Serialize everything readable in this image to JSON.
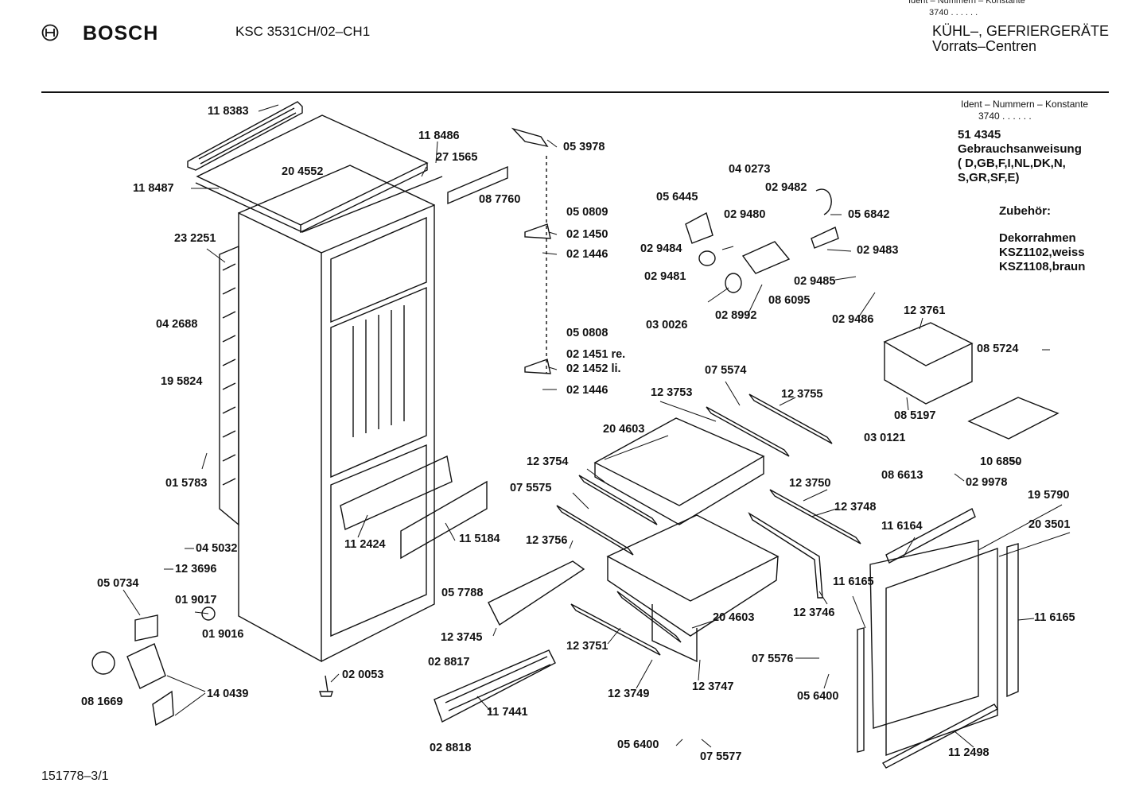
{
  "header": {
    "brand": "BOSCH",
    "model": "KSC 3531CH/02–CH1",
    "category_line1": "KÜHL–, GEFRIERGERÄTE",
    "category_line2": "Vorrats–Centren",
    "top_ident": "Ident – Nummern – Konstante",
    "top_const": "3740 . .  .  .  .  ."
  },
  "info": {
    "ident_title": "Ident – Nummern – Konstante",
    "ident_value": "3740 . .  .  .  .  .",
    "doc_number": "51 4345",
    "doc_title": "Gebrauchsanweisung",
    "languages_1": "( D,GB,F,I,NL,DK,N,",
    "languages_2": "S,GR,SF,E)",
    "accessories_title": "Zubehör:",
    "accessory_1": "Dekorrahmen",
    "accessory_2": "KSZ1102,weiss",
    "accessory_3": "KSZ1108,braun"
  },
  "footer": {
    "drawing_number": "151778–3/1"
  },
  "parts": [
    {
      "id": "p118383",
      "text": "11 8383"
    },
    {
      "id": "p118486",
      "text": "11 8486"
    },
    {
      "id": "p271565",
      "text": "27 1565"
    },
    {
      "id": "p204552",
      "text": "20 4552"
    },
    {
      "id": "p118487",
      "text": "11 8487"
    },
    {
      "id": "p053978",
      "text": "05 3978"
    },
    {
      "id": "p087760",
      "text": "08 7760"
    },
    {
      "id": "p232251",
      "text": "23 2251"
    },
    {
      "id": "p050809",
      "text": "05 0809"
    },
    {
      "id": "p021450",
      "text": "02 1450"
    },
    {
      "id": "p021446a",
      "text": "02 1446"
    },
    {
      "id": "p042688",
      "text": "04 2688"
    },
    {
      "id": "p050808",
      "text": "05 0808"
    },
    {
      "id": "p021451",
      "text": "02 1451 re."
    },
    {
      "id": "p021452",
      "text": "02 1452 li."
    },
    {
      "id": "p021446b",
      "text": "02 1446"
    },
    {
      "id": "p195824",
      "text": "19 5824"
    },
    {
      "id": "p015783",
      "text": "01 5783"
    },
    {
      "id": "p045032",
      "text": "04 5032"
    },
    {
      "id": "p123696",
      "text": "12 3696"
    },
    {
      "id": "p050734",
      "text": "05 0734"
    },
    {
      "id": "p019017",
      "text": "01 9017"
    },
    {
      "id": "p019016",
      "text": "01 9016"
    },
    {
      "id": "p112424",
      "text": "11 2424"
    },
    {
      "id": "p115184",
      "text": "11 5184"
    },
    {
      "id": "p081669",
      "text": "08 1669"
    },
    {
      "id": "p140439",
      "text": "14 0439"
    },
    {
      "id": "p020053",
      "text": "02 0053"
    },
    {
      "id": "p040273",
      "text": "04 0273"
    },
    {
      "id": "p029482",
      "text": "02 9482"
    },
    {
      "id": "p056445",
      "text": "05 6445"
    },
    {
      "id": "p029480",
      "text": "02 9480"
    },
    {
      "id": "p056842",
      "text": "05 6842"
    },
    {
      "id": "p029484",
      "text": "02 9484"
    },
    {
      "id": "p029483",
      "text": "02 9483"
    },
    {
      "id": "p029481",
      "text": "02 9481"
    },
    {
      "id": "p029485",
      "text": "02 9485"
    },
    {
      "id": "p086095",
      "text": "08 6095"
    },
    {
      "id": "p030026",
      "text": "03 0026"
    },
    {
      "id": "p028992",
      "text": "02 8992"
    },
    {
      "id": "p029486",
      "text": "02 9486"
    },
    {
      "id": "p123761",
      "text": "12 3761"
    },
    {
      "id": "p085724",
      "text": "08 5724"
    },
    {
      "id": "p075574",
      "text": "07 5574"
    },
    {
      "id": "p123753",
      "text": "12 3753"
    },
    {
      "id": "p123755",
      "text": "12 3755"
    },
    {
      "id": "p085197",
      "text": "08 5197"
    },
    {
      "id": "p204603a",
      "text": "20 4603"
    },
    {
      "id": "p030121",
      "text": "03 0121"
    },
    {
      "id": "p106850",
      "text": "10 6850"
    },
    {
      "id": "p123754",
      "text": "12 3754"
    },
    {
      "id": "p029978",
      "text": "02 9978"
    },
    {
      "id": "p075575",
      "text": "07 5575"
    },
    {
      "id": "p086613",
      "text": "08 6613"
    },
    {
      "id": "p195790",
      "text": "19 5790"
    },
    {
      "id": "p123750",
      "text": "12 3750"
    },
    {
      "id": "p123748",
      "text": "12 3748"
    },
    {
      "id": "p116164",
      "text": "11 6164"
    },
    {
      "id": "p203501",
      "text": "20 3501"
    },
    {
      "id": "p123756",
      "text": "12 3756"
    },
    {
      "id": "p057788",
      "text": "05 7788"
    },
    {
      "id": "p116165a",
      "text": "11 6165"
    },
    {
      "id": "p123746",
      "text": "12 3746"
    },
    {
      "id": "p116165b",
      "text": "11 6165"
    },
    {
      "id": "p123745",
      "text": "12 3745"
    },
    {
      "id": "p204603b",
      "text": "20 4603"
    },
    {
      "id": "p123751",
      "text": "12 3751"
    },
    {
      "id": "p028817",
      "text": "02 8817"
    },
    {
      "id": "p075576",
      "text": "07 5576"
    },
    {
      "id": "p123749",
      "text": "12 3749"
    },
    {
      "id": "p123747",
      "text": "12 3747"
    },
    {
      "id": "p056400a",
      "text": "05 6400"
    },
    {
      "id": "p117441",
      "text": "11 7441"
    },
    {
      "id": "p028818",
      "text": "02 8818"
    },
    {
      "id": "p056400b",
      "text": "05 6400"
    },
    {
      "id": "p075577",
      "text": "07 5577"
    },
    {
      "id": "p112498",
      "text": "11 2498"
    }
  ]
}
